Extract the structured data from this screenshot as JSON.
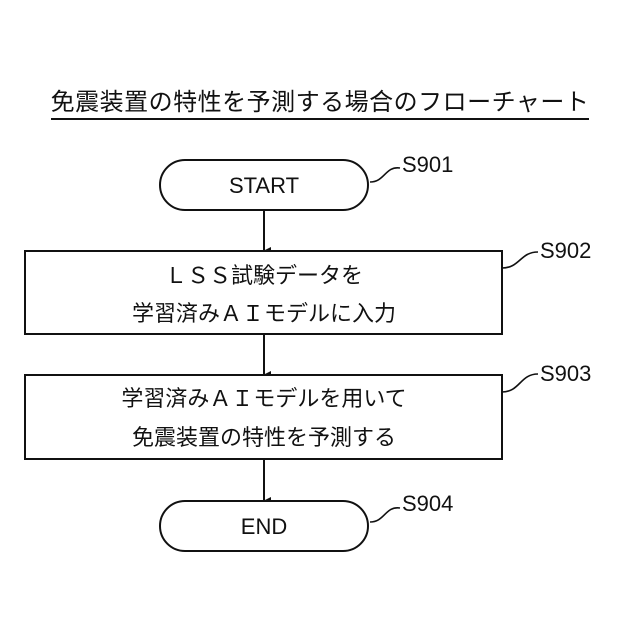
{
  "title": "免震装置の特性を予測する場合のフローチャート",
  "steps": [
    {
      "id": "S901",
      "type": "terminal",
      "lines": [
        "START"
      ]
    },
    {
      "id": "S902",
      "type": "process",
      "lines": [
        "ＬＳＳ試験データを",
        "学習済みＡＩモデルに入力"
      ]
    },
    {
      "id": "S903",
      "type": "process",
      "lines": [
        "学習済みＡＩモデルを用いて",
        "免震装置の特性を予測する"
      ]
    },
    {
      "id": "S904",
      "type": "terminal",
      "lines": [
        "END"
      ]
    }
  ]
}
